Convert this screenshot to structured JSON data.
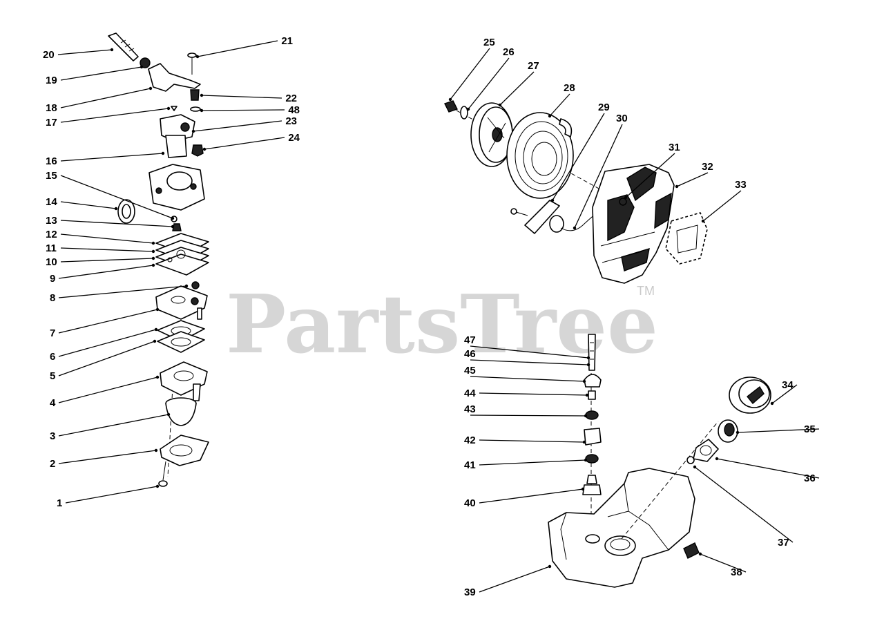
{
  "watermark": {
    "text": "PartsTree",
    "trademark": "TM"
  },
  "callouts": [
    {
      "id": "1",
      "label": "1"
    },
    {
      "id": "2",
      "label": "2"
    },
    {
      "id": "3",
      "label": "3"
    },
    {
      "id": "4",
      "label": "4"
    },
    {
      "id": "5",
      "label": "5"
    },
    {
      "id": "6",
      "label": "6"
    },
    {
      "id": "7",
      "label": "7"
    },
    {
      "id": "8",
      "label": "8"
    },
    {
      "id": "9",
      "label": "9"
    },
    {
      "id": "10",
      "label": "10"
    },
    {
      "id": "11",
      "label": "11"
    },
    {
      "id": "12",
      "label": "12"
    },
    {
      "id": "13",
      "label": "13"
    },
    {
      "id": "14",
      "label": "14"
    },
    {
      "id": "15",
      "label": "15"
    },
    {
      "id": "16",
      "label": "16"
    },
    {
      "id": "17",
      "label": "17"
    },
    {
      "id": "18",
      "label": "18"
    },
    {
      "id": "19",
      "label": "19"
    },
    {
      "id": "20",
      "label": "20"
    },
    {
      "id": "21",
      "label": "21"
    },
    {
      "id": "22",
      "label": "22"
    },
    {
      "id": "23",
      "label": "23"
    },
    {
      "id": "24",
      "label": "24"
    },
    {
      "id": "25",
      "label": "25"
    },
    {
      "id": "26",
      "label": "26"
    },
    {
      "id": "27",
      "label": "27"
    },
    {
      "id": "28",
      "label": "28"
    },
    {
      "id": "29",
      "label": "29"
    },
    {
      "id": "30",
      "label": "30"
    },
    {
      "id": "31",
      "label": "31"
    },
    {
      "id": "32",
      "label": "32"
    },
    {
      "id": "33",
      "label": "33"
    },
    {
      "id": "34",
      "label": "34"
    },
    {
      "id": "35",
      "label": "35"
    },
    {
      "id": "36",
      "label": "36"
    },
    {
      "id": "37",
      "label": "37"
    },
    {
      "id": "38",
      "label": "38"
    },
    {
      "id": "39",
      "label": "39"
    },
    {
      "id": "40",
      "label": "40"
    },
    {
      "id": "41",
      "label": "41"
    },
    {
      "id": "42",
      "label": "42"
    },
    {
      "id": "43",
      "label": "43"
    },
    {
      "id": "44",
      "label": "44"
    },
    {
      "id": "45",
      "label": "45"
    },
    {
      "id": "46",
      "label": "46"
    },
    {
      "id": "47",
      "label": "47"
    },
    {
      "id": "48",
      "label": "48"
    }
  ]
}
